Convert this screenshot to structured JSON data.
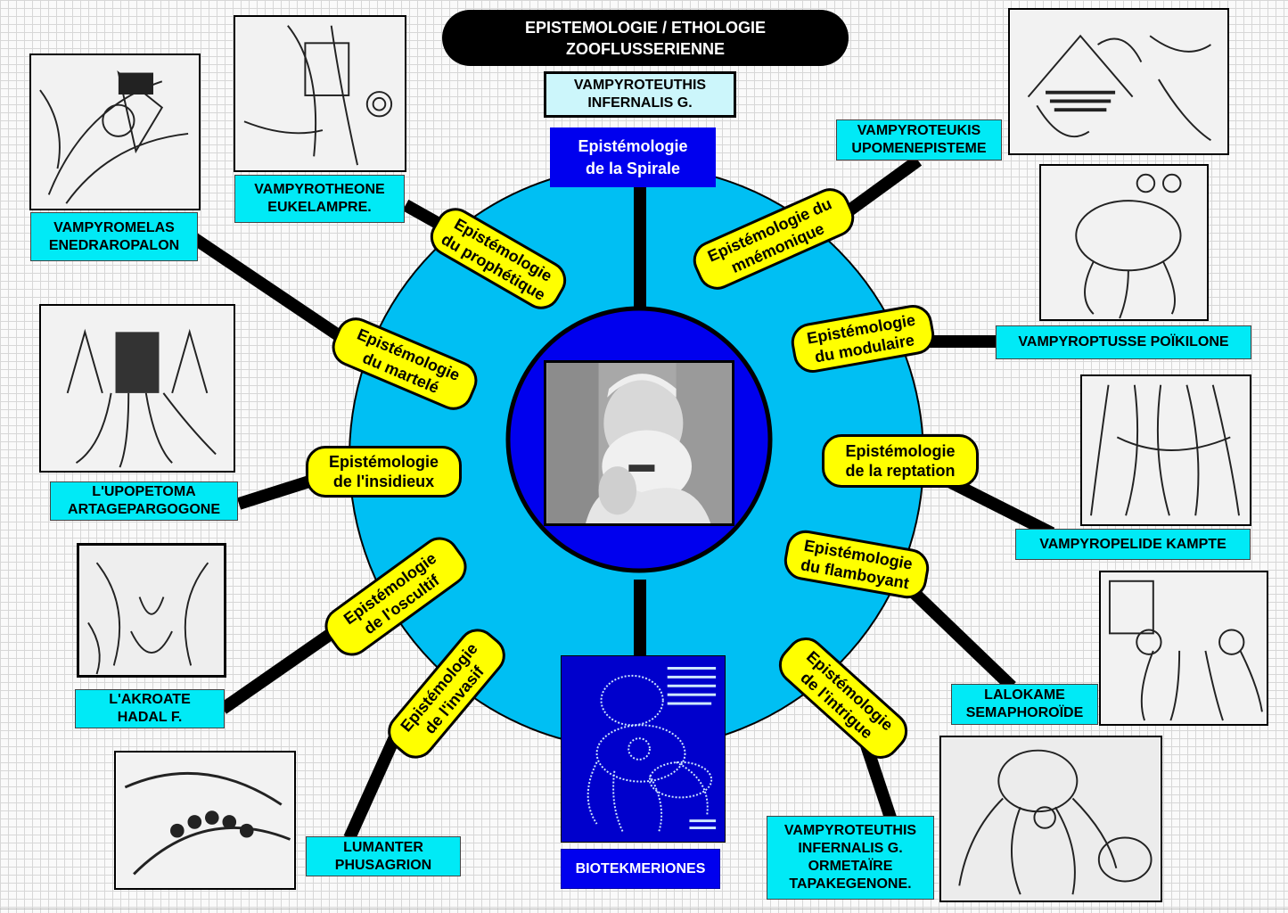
{
  "title": {
    "line1": "EPISTEMOLOGIE / ETHOLOGIE",
    "line2": "ZOOFLUSSERIENNE"
  },
  "top_label": {
    "line1": "VAMPYROTEUTHIS",
    "line2": "INFERNALIS G."
  },
  "center_node": {
    "line1": "Epistémologie",
    "line2": "de la Spirale"
  },
  "epistemologies": {
    "prophetique": {
      "line1": "Epistémologie",
      "line2": "du prophétique"
    },
    "mnemonique": {
      "line1": "Epistémologie du",
      "line2": "mnémonique"
    },
    "martele": {
      "line1": "Epistémologie",
      "line2": "du martelé"
    },
    "modulaire": {
      "line1": "Epistémologie",
      "line2": "du modulaire"
    },
    "insidieux": {
      "line1": "Epistémologie",
      "line2": "de l'insidieux"
    },
    "reptation": {
      "line1": "Epistémologie",
      "line2": "de la reptation"
    },
    "osculatif": {
      "line1": "Epistémologie",
      "line2": "de l'oscultif"
    },
    "flamboyant": {
      "line1": "Epistémologie",
      "line2": "du flamboyant"
    },
    "invasif": {
      "line1": "Epistémologie",
      "line2": "de l'invasif"
    },
    "intrigue": {
      "line1": "Epistémologie",
      "line2": "de l'intrigue"
    }
  },
  "creatures": {
    "vampyrotheone": {
      "line1": "VAMPYROTHEONE",
      "line2": "EUKELAMPRE."
    },
    "vampyromelas": {
      "line1": "VAMPYROMELAS",
      "line2": "ENEDRAROPALON"
    },
    "upopetoma": {
      "line1": "L'UPOPETOMA",
      "line2": "ARTAGEPARGOGONE"
    },
    "akroate": {
      "line1": "L'AKROATE",
      "line2": "HADAL F."
    },
    "lumanter": {
      "line1": "LUMANTER",
      "line2": "PHUSAGRION"
    },
    "biotekmeriones": {
      "line1": "BIOTEKMERIONES"
    },
    "ormetaire": {
      "line1": "VAMPYROTEUTHIS",
      "line2": "INFERNALIS G.",
      "line3": "ORMETAÏRE",
      "line4": "TAPAKEGENONE."
    },
    "lalokame": {
      "line1": "LALOKAME",
      "line2": "SEMAPHOROÏDE"
    },
    "kampte": {
      "line1": "VAMPYROPELIDE KAMPTE"
    },
    "poikilone": {
      "line1": "VAMPYROPTUSSE POÏKILONE"
    },
    "upomenepisteme": {
      "line1": "VAMPYROTEUKIS",
      "line2": "UPOMENEPISTEME"
    }
  },
  "colors": {
    "ellipse": "#00bff3",
    "inner_circle": "#0000ee",
    "pill": "#ffff00",
    "label": "#00eaf6",
    "spiral_box": "#0000ee"
  },
  "images": {
    "portrait": "portrait-photo",
    "book_cover": "octopus-book-cover",
    "drawings": "octopus-sketch-drawings"
  }
}
